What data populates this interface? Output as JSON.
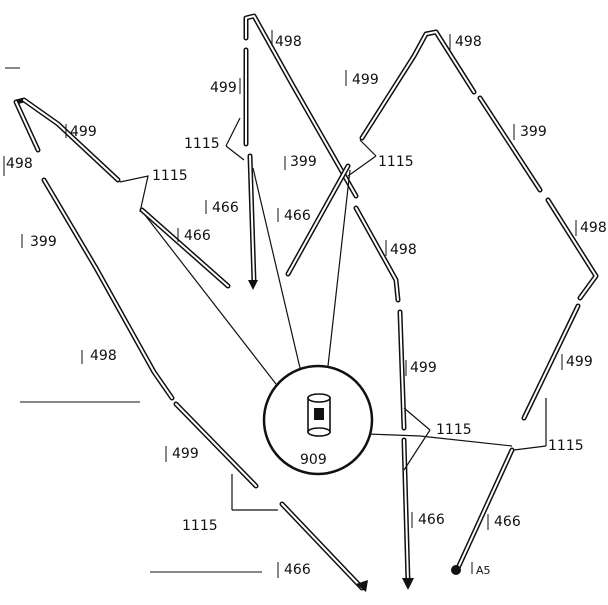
{
  "labels": {
    "p498_top_left": "498",
    "p499_top_left": "499",
    "p1115_top_left": "1115",
    "p399_top_mid": "399",
    "p466_top_mid": "466",
    "p466_mid_left2": "466",
    "p499_left_side": "499",
    "p498_left_side": "498",
    "p1115_left_side": "1115",
    "p466_left": "466",
    "p399_left": "399",
    "p498_left_low": "498",
    "p499_left_low": "499",
    "p1115_bottom_left": "1115",
    "p466_bottom_left": "466",
    "p909_hub": "909",
    "p498_top_right": "498",
    "p499_top_right": "499",
    "p399_right": "399",
    "p1115_top_right": "1115",
    "p498_center": "498",
    "p498_far_right": "498",
    "p499_center_low": "499",
    "p499_far_right": "499",
    "p1115_center_low": "1115",
    "p1115_right_low": "1115",
    "p466_center_bottom": "466",
    "p466_right_bottom": "466",
    "pA5": "A5"
  }
}
